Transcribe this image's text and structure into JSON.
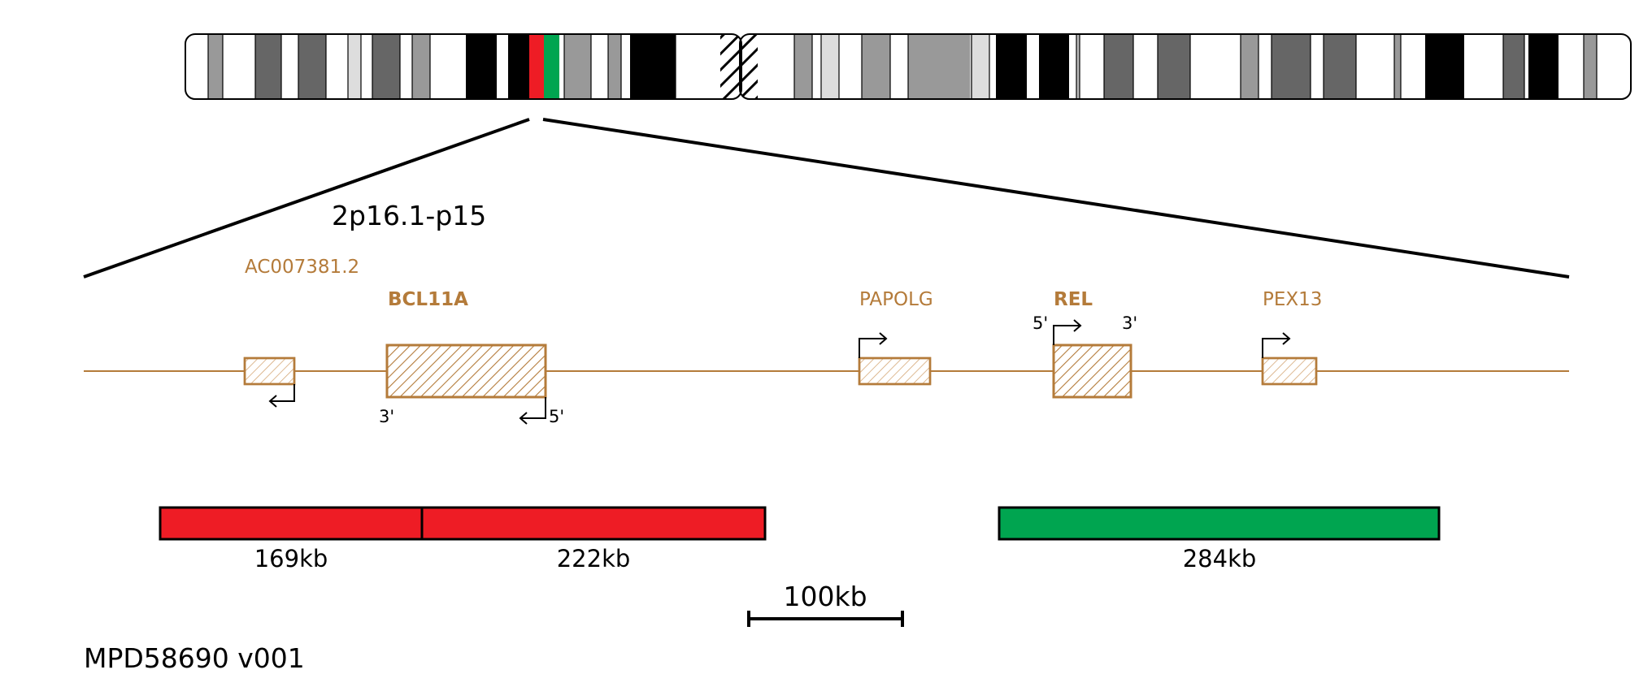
{
  "region_label": "2p16.1-p15",
  "footer_id": "MPD58690 v001",
  "scale_bar_label": "100kb",
  "colors": {
    "gene": "#b47b3a",
    "deletion": "#ee1c25",
    "duplication": "#00a550",
    "outline": "#000000"
  },
  "genes": [
    {
      "name": "AC007381.2",
      "bold": false
    },
    {
      "name": "BCL11A",
      "bold": true
    },
    {
      "name": "PAPOLG",
      "bold": false
    },
    {
      "name": "REL",
      "bold": true
    },
    {
      "name": "PEX13",
      "bold": false
    }
  ],
  "strand_labels": {
    "bcl11a_three": "3'",
    "bcl11a_five": "5'",
    "rel_five": "5'",
    "rel_three": "3'"
  },
  "segments": [
    {
      "label": "169kb",
      "type": "deletion"
    },
    {
      "label": "222kb",
      "type": "deletion"
    },
    {
      "label": "284kb",
      "type": "duplication"
    }
  ]
}
